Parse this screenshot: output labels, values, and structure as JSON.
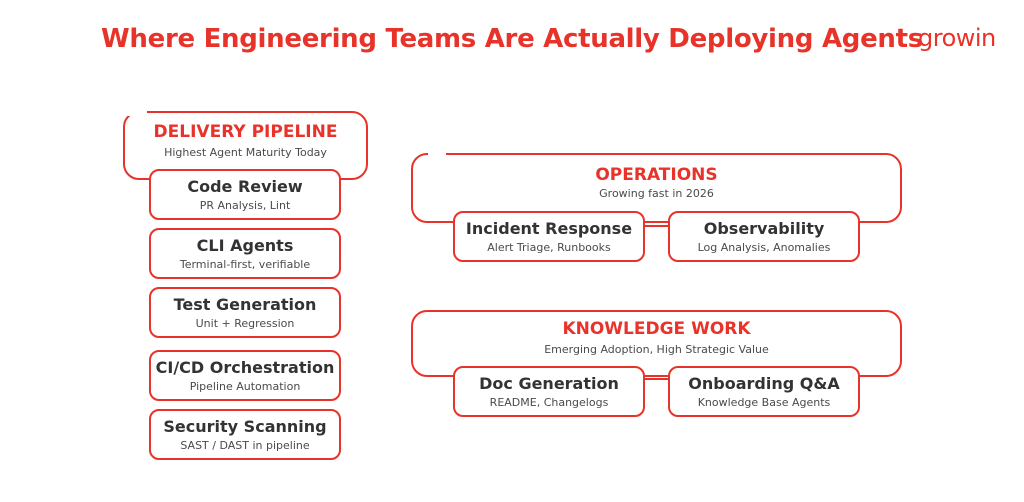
{
  "title": "Where Engineering Teams Are Actually Deploying Agents",
  "logo": "growin",
  "colors": {
    "accent": "#e8332a",
    "text": "#333333",
    "subtext": "#4a4a4a"
  },
  "delivery": {
    "title": "DELIVERY PIPELINE",
    "subtitle": "Highest Agent Maturity Today",
    "items": [
      {
        "title": "Code Review",
        "subtitle": "PR Analysis, Lint"
      },
      {
        "title": "CLI Agents",
        "subtitle": "Terminal-first, verifiable"
      },
      {
        "title": "Test Generation",
        "subtitle": "Unit + Regression"
      },
      {
        "title": "CI/CD Orchestration",
        "subtitle": "Pipeline Automation"
      },
      {
        "title": "Security Scanning",
        "subtitle": "SAST / DAST in pipeline"
      }
    ]
  },
  "operations": {
    "title": "OPERATIONS",
    "subtitle": "Growing fast in 2026",
    "items": [
      {
        "title": "Incident Response",
        "subtitle": "Alert Triage, Runbooks"
      },
      {
        "title": "Observability",
        "subtitle": "Log Analysis, Anomalies"
      }
    ]
  },
  "knowledge": {
    "title": "KNOWLEDGE WORK",
    "subtitle": "Emerging Adoption, High Strategic Value",
    "items": [
      {
        "title": "Doc Generation",
        "subtitle": "README, Changelogs"
      },
      {
        "title": "Onboarding Q&A",
        "subtitle": "Knowledge Base Agents"
      }
    ]
  }
}
